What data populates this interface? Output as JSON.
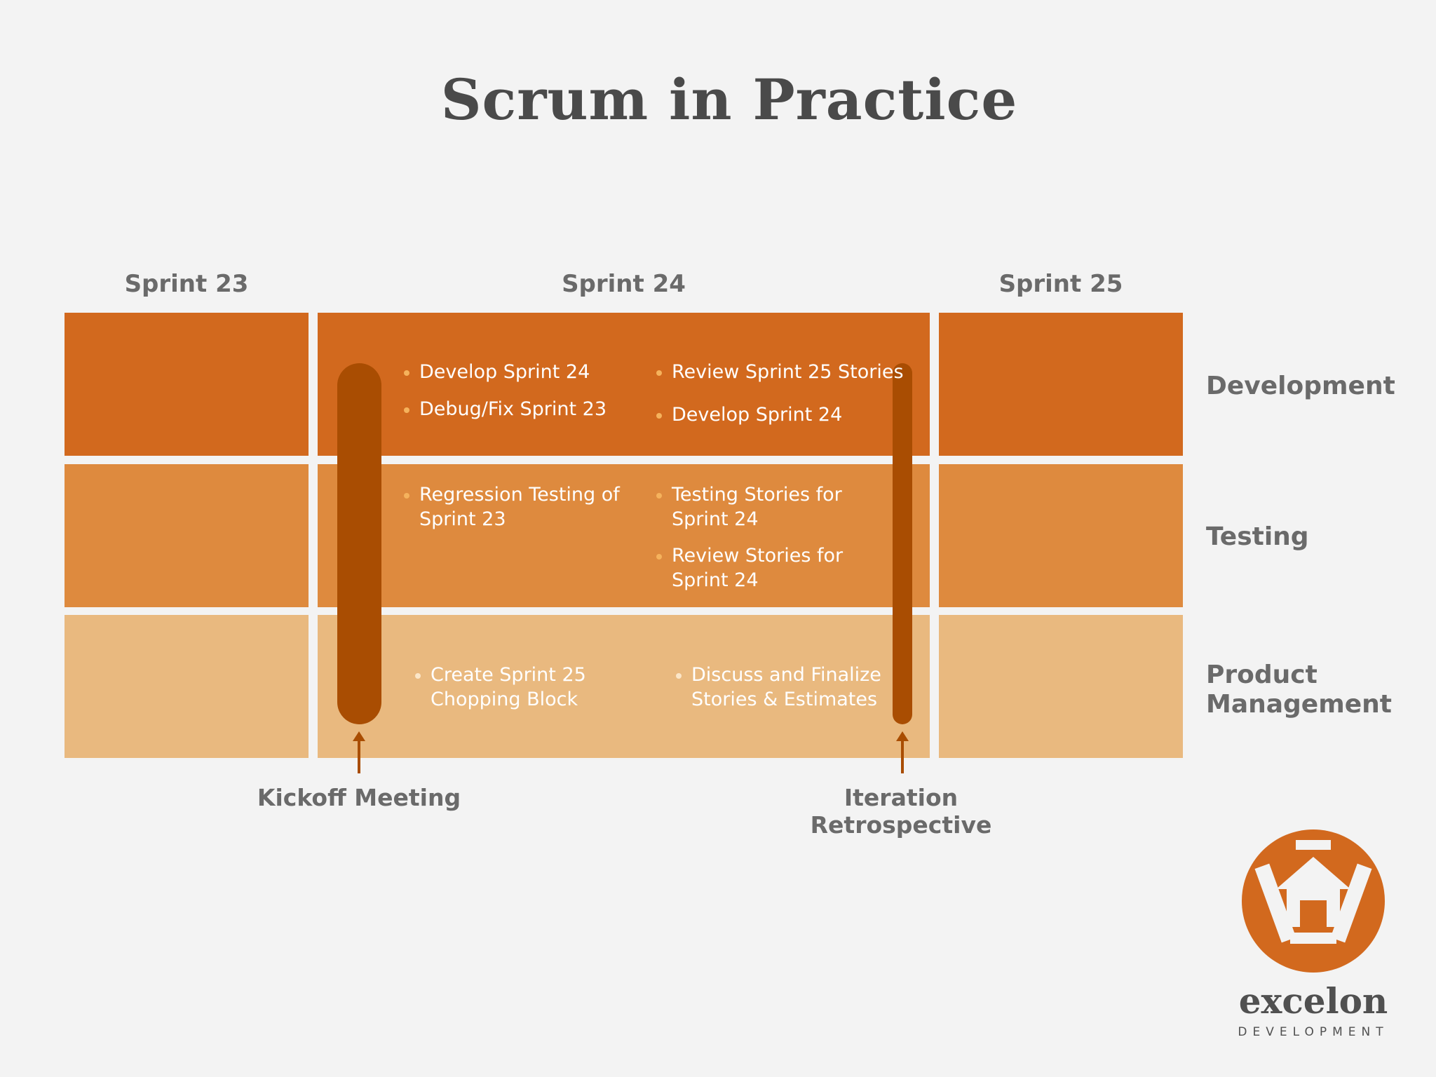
{
  "title": "Scrum in Practice",
  "sprints": [
    "Sprint 23",
    "Sprint 24",
    "Sprint 25"
  ],
  "rows": [
    "Development",
    "Testing",
    "Product Management"
  ],
  "colors": {
    "development": "#d2691e",
    "testing": "#de8a3e",
    "product_management": "#e9b97f",
    "milestone_bar": "#a94d02",
    "bullet_dot": "#f5b25c"
  },
  "bullets": {
    "dev_left": [
      "Develop Sprint 24",
      "Debug/Fix Sprint 23"
    ],
    "dev_right": [
      "Review Sprint 25 Stories",
      "Develop Sprint 24"
    ],
    "test_left": [
      "Regression Testing of Sprint 23"
    ],
    "test_right": [
      "Testing Stories for Sprint 24",
      "Review Stories for Sprint 24"
    ],
    "pm_left": [
      "Create Sprint 25 Chopping Block"
    ],
    "pm_right": [
      "Discuss and Finalize Stories & Estimates"
    ]
  },
  "milestones": {
    "kickoff": "Kickoff Meeting",
    "retrospective": "Iteration Retrospective"
  },
  "logo": {
    "name": "excelon",
    "subtitle": "DEVELOPMENT"
  }
}
